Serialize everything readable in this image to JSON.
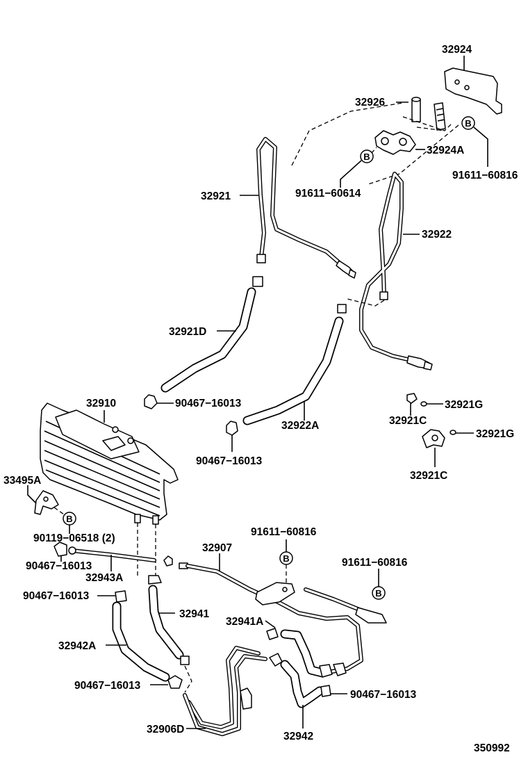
{
  "diagram": {
    "ref_number": "350992",
    "bolt_symbol": "B",
    "labels": {
      "p32924": "32924",
      "p32926": "32926",
      "p32924A": "32924A",
      "p91611_60816_top": "91611−60816",
      "p91611_60614": "91611−60614",
      "p32921": "32921",
      "p32922": "32922",
      "p32921D": "32921D",
      "p90467_a": "90467−16013",
      "p32922A": "32922A",
      "p90467_b": "90467−16013",
      "p32910": "32910",
      "p32921G_1": "32921G",
      "p32921C_1": "32921C",
      "p32921G_2": "32921G",
      "p32921C_2": "32921C",
      "p33495A": "33495A",
      "p90119_06518": "90119−06518 (2)",
      "p91611_60816_mid": "91611−60816",
      "p32907": "32907",
      "p91611_60816_right": "91611−60816",
      "p90467_c": "90467−16013",
      "p32943A": "32943A",
      "p90467_d": "90467−16013",
      "p32941": "32941",
      "p32941A": "32941A",
      "p32942A": "32942A",
      "p90467_e": "90467−16013",
      "p90467_f": "90467−16013",
      "p32906D": "32906D",
      "p32942": "32942"
    }
  }
}
